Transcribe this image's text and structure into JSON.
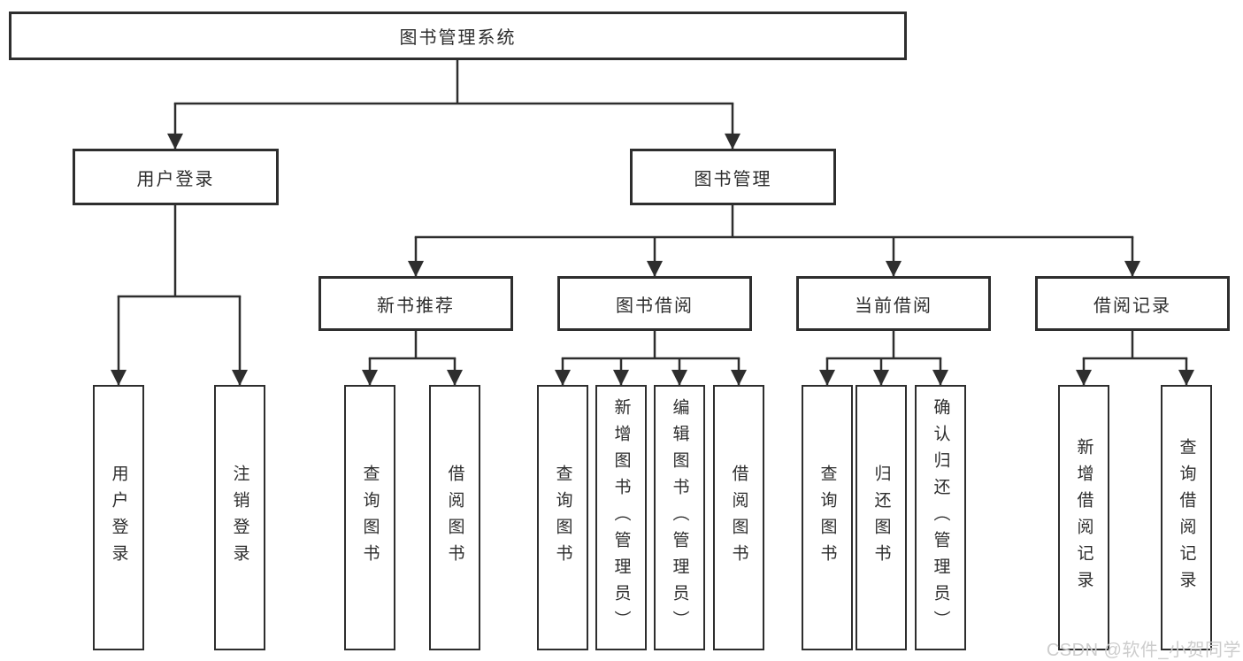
{
  "tree": {
    "label": "图书管理系统",
    "children": [
      {
        "label": "用户登录",
        "children": [
          {
            "label": "用户登录"
          },
          {
            "label": "注销登录"
          }
        ]
      },
      {
        "label": "图书管理",
        "children": [
          {
            "label": "新书推荐",
            "children": [
              {
                "label": "查询图书"
              },
              {
                "label": "借阅图书"
              }
            ]
          },
          {
            "label": "图书借阅",
            "children": [
              {
                "label": "查询图书"
              },
              {
                "label": "新增图书（管理员）"
              },
              {
                "label": "编辑图书（管理员）"
              },
              {
                "label": "借阅图书"
              }
            ]
          },
          {
            "label": "当前借阅",
            "children": [
              {
                "label": "查询图书"
              },
              {
                "label": "归还图书"
              },
              {
                "label": "确认归还（管理员）"
              }
            ]
          },
          {
            "label": "借阅记录",
            "children": [
              {
                "label": "新增借阅记录"
              },
              {
                "label": "查询借阅记录"
              }
            ]
          }
        ]
      }
    ]
  },
  "watermark": {
    "text": "CSDN @软件_小贺同学"
  },
  "colors": {
    "line": "#2e2e2e",
    "box_border": "#2e2e2e",
    "box_background": "#ffffff",
    "text": "#2d2d2d",
    "watermark": "#cdcdcd"
  }
}
